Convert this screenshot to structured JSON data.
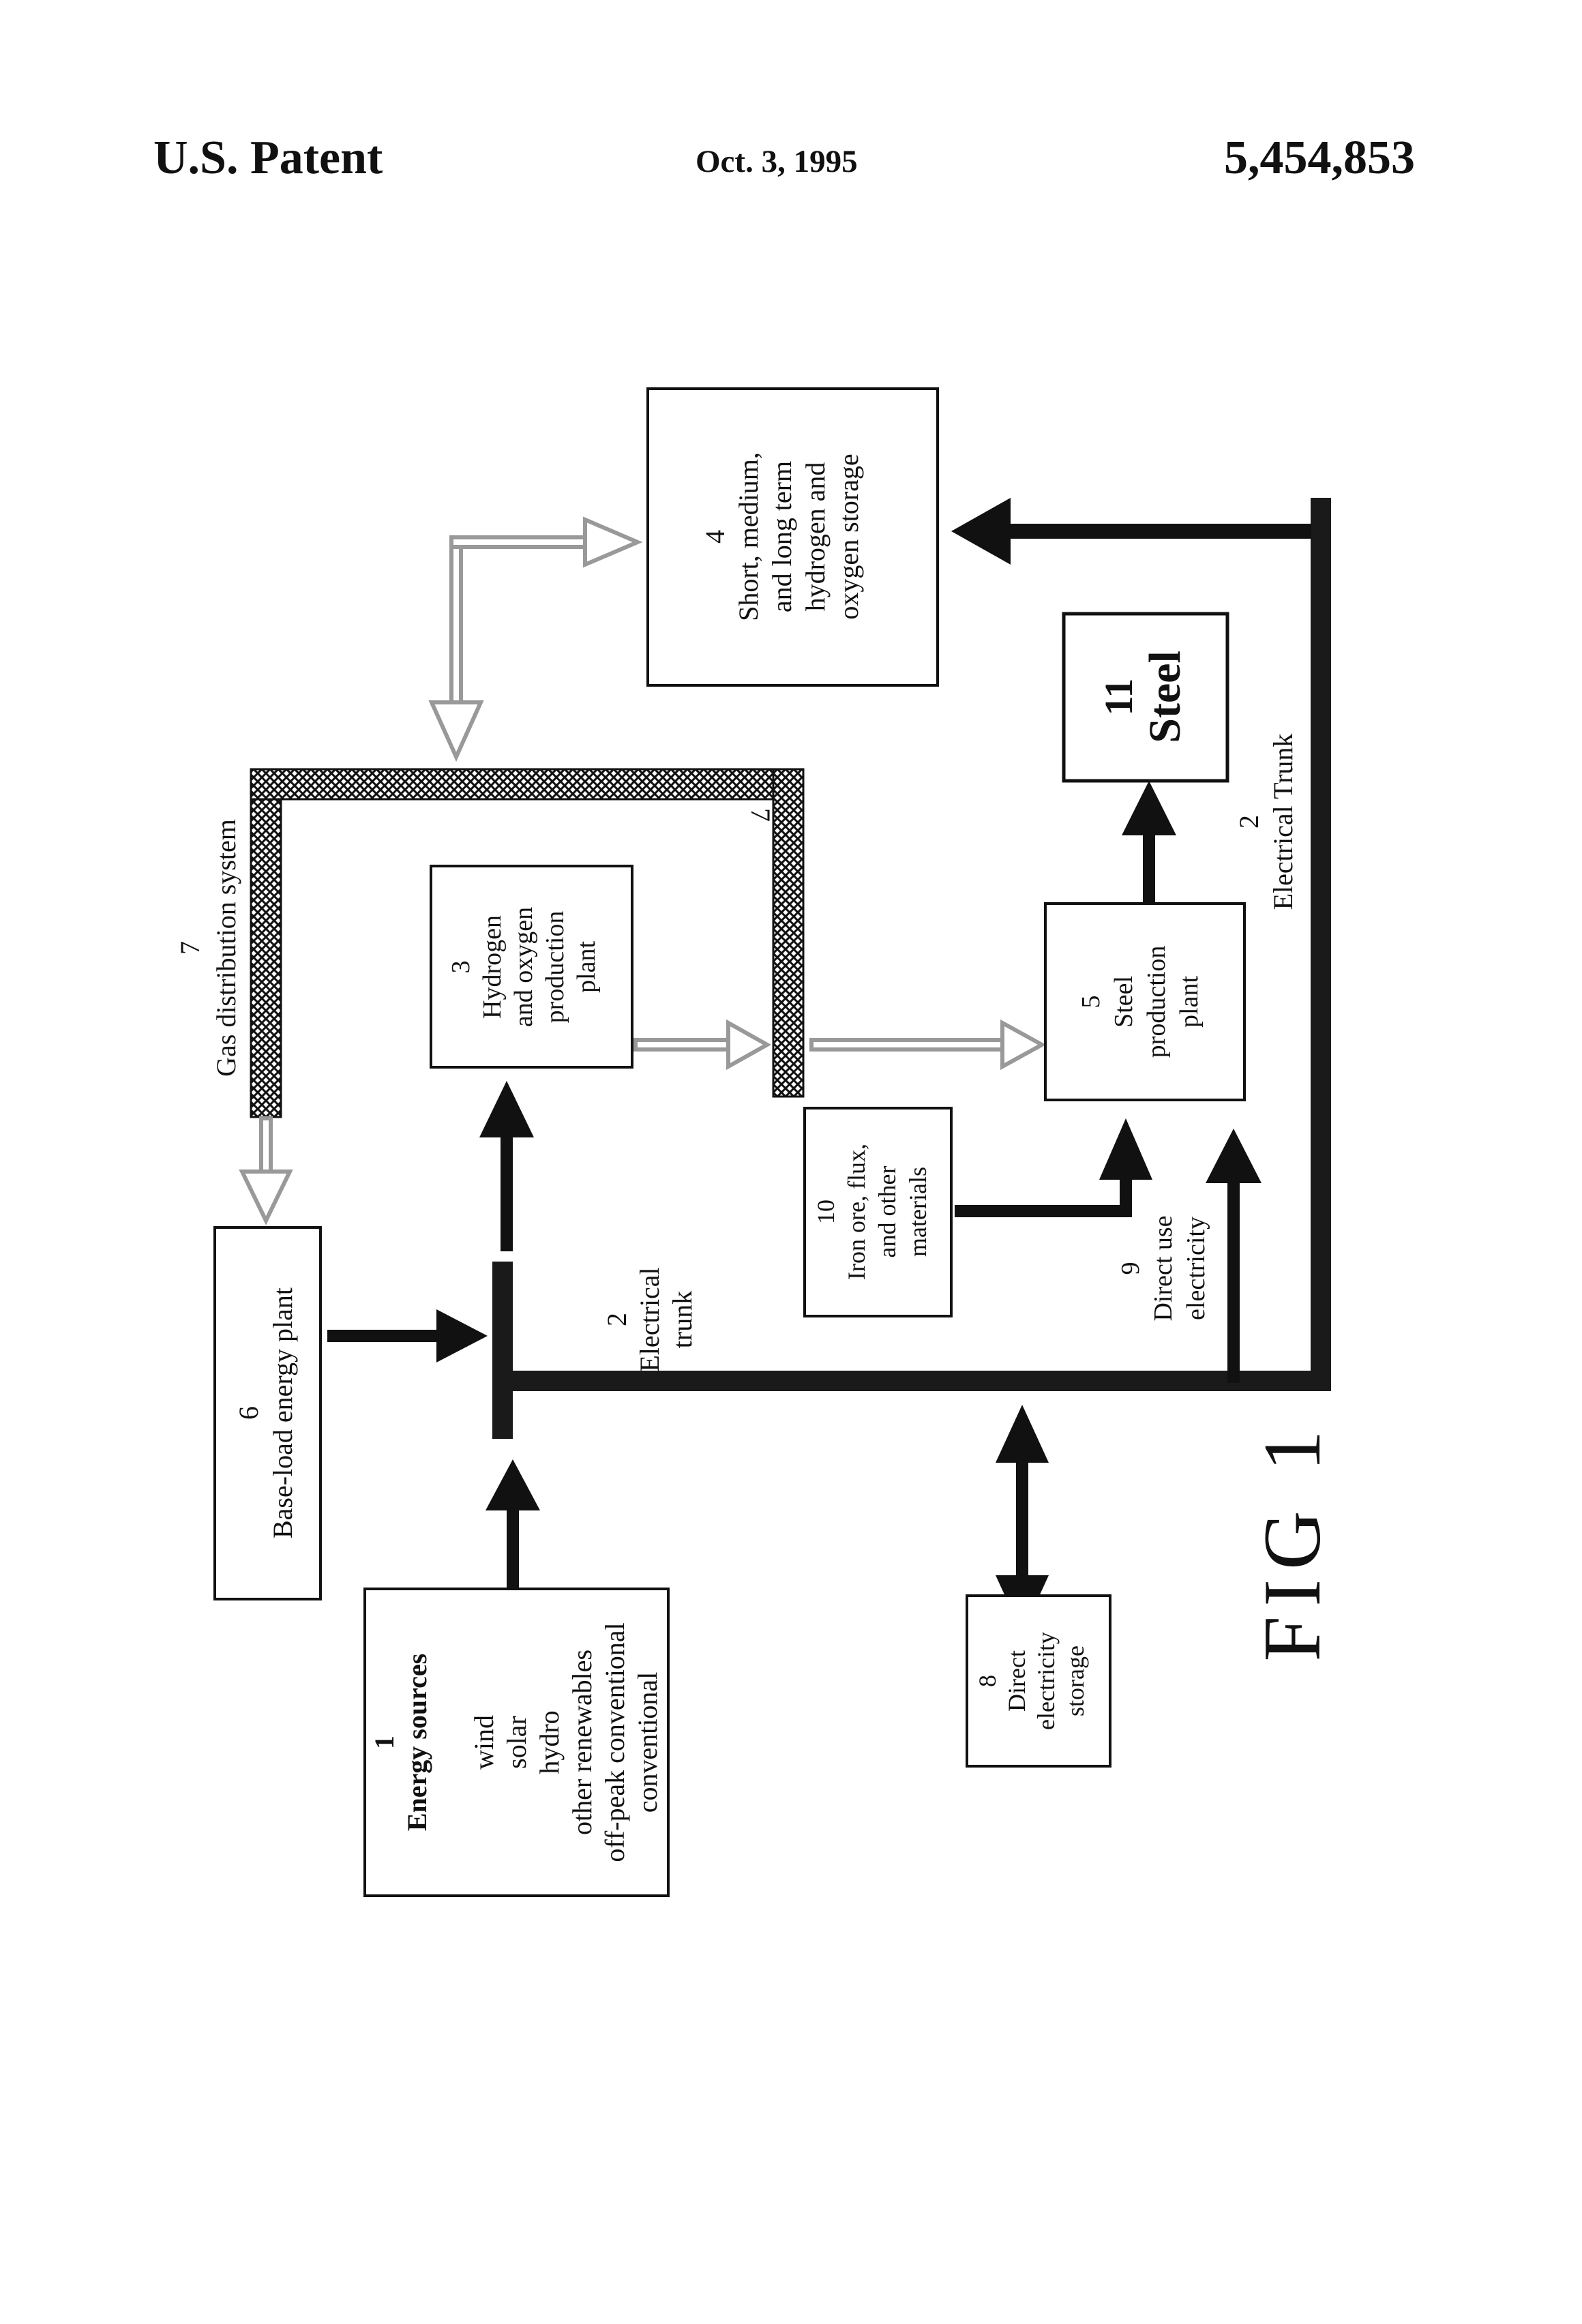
{
  "header": {
    "left": "U.S. Patent",
    "date": "Oct. 3, 1995",
    "number": "5,454,853"
  },
  "figure": {
    "label": "FIG 1",
    "boxes": {
      "energy_sources": {
        "number": "1",
        "title": "Energy sources",
        "items": [
          "wind",
          "solar",
          "hydro",
          "other renewables",
          "off-peak conventional",
          "conventional"
        ]
      },
      "base_load": {
        "number": "6",
        "text": "Base-load energy plant"
      },
      "h2_plant": {
        "number": "3",
        "lines": [
          "Hydrogen",
          "and oxygen",
          "production",
          "plant"
        ]
      },
      "storage": {
        "number": "4",
        "lines": [
          "Short, medium,",
          "and long term",
          "hydrogen and",
          "oxygen storage"
        ]
      },
      "steel_plant": {
        "number": "5",
        "lines": [
          "Steel",
          "production",
          "plant"
        ]
      },
      "steel": {
        "number": "11",
        "text": "Steel"
      },
      "iron_ore": {
        "number": "10",
        "lines": [
          "Iron ore, flux,",
          "and other",
          "materials"
        ]
      },
      "elec_storage": {
        "number": "8",
        "lines": [
          "Direct",
          "electricity",
          "storage"
        ]
      }
    },
    "labels": {
      "gas_dist": {
        "number": "7",
        "text": "Gas distribution system"
      },
      "gas_dist_2": {
        "number": "7"
      },
      "trunk_lower": {
        "number": "2",
        "lines": [
          "Electrical",
          "trunk"
        ]
      },
      "trunk_right": {
        "number": "2",
        "text": "Electrical Trunk"
      },
      "direct_use": {
        "number": "9",
        "lines": [
          "Direct use",
          "electricity"
        ]
      }
    }
  }
}
